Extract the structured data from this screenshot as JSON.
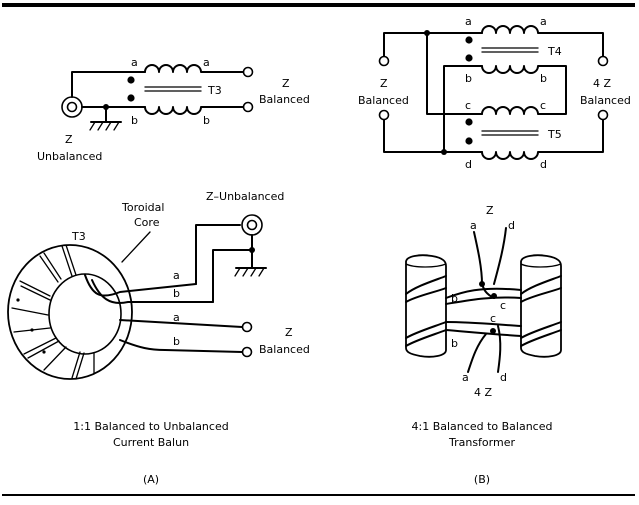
{
  "panel_a": {
    "schematic": {
      "t3": "T3",
      "a_left": "a",
      "a_right": "a",
      "b_left": "b",
      "b_right": "b",
      "z_right": "Z",
      "balanced": "Balanced",
      "z_left": "Z",
      "unbalanced": "Unbalanced"
    },
    "pictorial": {
      "toroidal": "Toroidal",
      "core": "Core",
      "t3": "T3",
      "z_unbalanced": "Z–Unbalanced",
      "a1": "a",
      "b1": "b",
      "a2": "a",
      "b2": "b",
      "z": "Z",
      "balanced": "Balanced"
    },
    "caption_line1": "1:1 Balanced to Unbalanced",
    "caption_line2": "Current Balun",
    "tag": "(A)"
  },
  "panel_b": {
    "schematic": {
      "a_left": "a",
      "a_right": "a",
      "t4": "T4",
      "b_left": "b",
      "b_right": "b",
      "c_left": "c",
      "c_right": "c",
      "t5": "T5",
      "d_left": "d",
      "d_right": "d",
      "z_left": "Z",
      "balanced_left": "Balanced",
      "z_right": "4 Z",
      "balanced_right": "Balanced"
    },
    "pictorial": {
      "z_top": "Z",
      "a_top": "a",
      "d_top": "d",
      "b1": "b",
      "c1": "c",
      "c2": "c",
      "b2": "b",
      "a_bottom": "a",
      "z_bottom": "4 Z",
      "d_bottom": "d"
    },
    "caption_line1": "4:1 Balanced to Balanced",
    "caption_line2": "Transformer",
    "tag": "(B)"
  }
}
